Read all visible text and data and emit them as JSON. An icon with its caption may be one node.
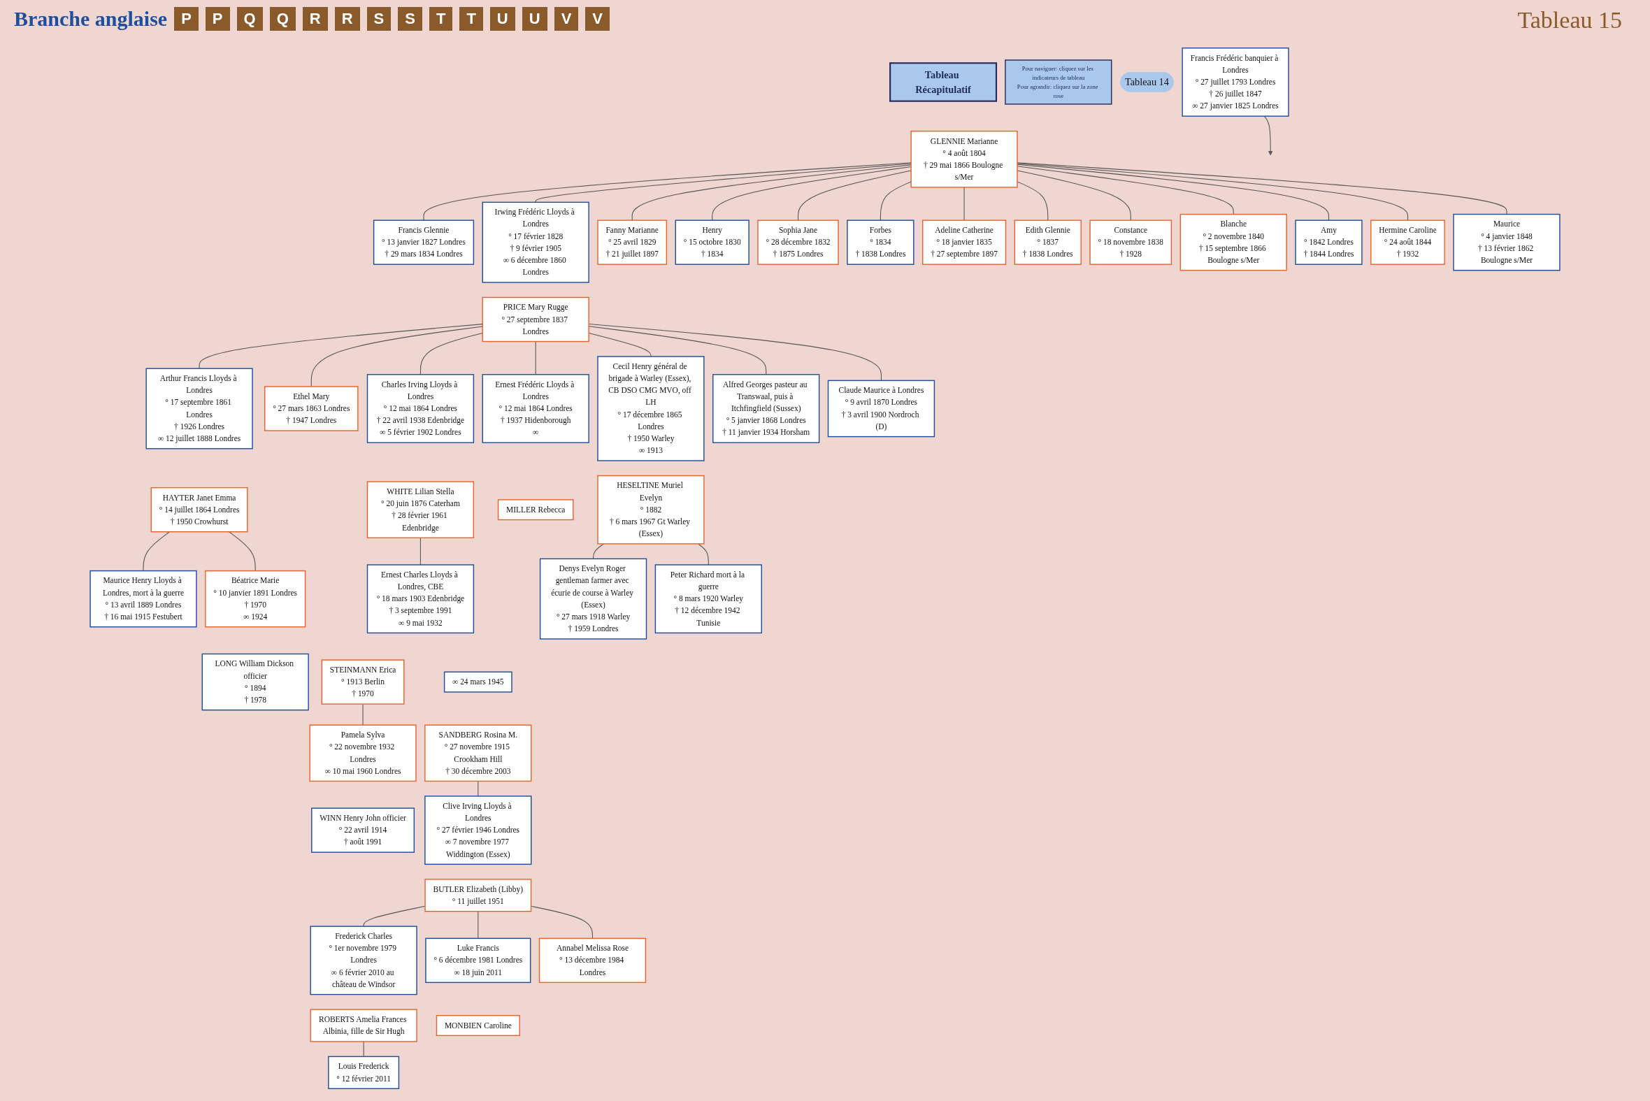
{
  "diagram": {
    "title": "Tableau 15",
    "nodes": [
      {
        "text": [
          "Tableau Récapitulatif"
        ]
      },
      {
        "text": [
          "Pour naviguer: cliquez sur les indicateurs de tableau",
          "Pour agrandir: cliquez sur la zone rose"
        ]
      },
      {
        "text": [
          "Tableau 14"
        ]
      },
      {
        "text": [
          "Francis Frédéric banquier à Londres",
          "° 27 juillet 1793 Londres",
          "† 26 juillet 1847",
          "∞ 27 janvier 1825 Londres"
        ]
      },
      {
        "text": [
          "GLENNIE Marianne",
          "° 4 août 1804",
          "† 29 mai 1866 Boulogne s/Mer"
        ]
      },
      {
        "text": [
          "Francis Glennie",
          "° 13 janvier 1827 Londres",
          "† 29 mars 1834 Londres"
        ]
      },
      {
        "text": [
          "Irwing Frédéric Lloyds à Londres",
          "° 17 février 1828",
          "† 9 février 1905",
          "∞ 6 décembre 1860 Londres"
        ]
      },
      {
        "text": [
          "PRICE Mary Rugge",
          "° 27 septembre 1837 Londres"
        ]
      },
      {
        "text": [
          "Fanny Marianne",
          "° 25 avril 1829",
          "† 21 juillet 1897"
        ]
      },
      {
        "text": [
          "Henry",
          "° 15 octobre 1830",
          "† 1834"
        ]
      },
      {
        "text": [
          "Sophia Jane",
          "° 28 décembre 1832",
          "† 1875 Londres"
        ]
      },
      {
        "text": [
          "Forbes",
          "° 1834",
          "† 1838 Londres"
        ]
      },
      {
        "text": [
          "Adeline Catherine",
          "° 18 janvier 1835",
          "† 27 septembre 1897"
        ]
      },
      {
        "text": [
          "Edith Glennie",
          "° 1837",
          "† 1838 Londres"
        ]
      },
      {
        "text": [
          "Constance",
          "° 18 novembre 1838",
          "† 1928"
        ]
      },
      {
        "text": [
          "Blanche",
          "° 2 novembre 1840",
          "† 15 septembre 1866 Boulogne s/Mer"
        ]
      },
      {
        "text": [
          "Amy",
          "° 1842 Londres",
          "† 1844 Londres"
        ]
      },
      {
        "text": [
          "Hermine Caroline",
          "° 24 août 1844",
          "† 1932"
        ]
      },
      {
        "text": [
          "Maurice",
          "° 4 janvier 1848",
          "† 13 février 1862 Boulogne s/Mer"
        ]
      },
      {
        "text": [
          "Arthur Francis Lloyds à Londres",
          "° 17 septembre 1861 Londres",
          "† 1926 Londres",
          "∞ 12 juillet 1888 Londres"
        ]
      },
      {
        "text": [
          "HAYTER Janet Emma",
          "° 14 juillet 1864 Londres",
          "† 1950 Crowhurst"
        ]
      },
      {
        "text": [
          "Ethel Mary",
          "° 27 mars 1863 Londres",
          "† 1947 Londres"
        ]
      },
      {
        "text": [
          "Charles Irving Lloyds à Londres",
          "° 12 mai 1864 Londres",
          "† 22 avril 1938 Edenbridge",
          "∞ 5 février 1902 Londres"
        ]
      },
      {
        "text": [
          "WHITE Lilian Stella",
          "° 20 juin 1876 Caterham",
          "† 28 février 1961 Edenbridge"
        ]
      },
      {
        "text": [
          "Ernest Frédéric Lloyds à Londres",
          "° 12 mai 1864 Londres",
          "† 1937 Hidenborough",
          "∞"
        ]
      },
      {
        "text": [
          "MILLER Rebecca"
        ]
      },
      {
        "text": [
          "Cecil Henry général de brigade à Warley (Essex), CB DSO CMG MVO, off LH",
          "° 17 décembre 1865 Londres",
          "† 1950 Warley",
          "∞ 1913"
        ]
      },
      {
        "text": [
          "HESELTINE Muriel Evelyn",
          "° 1882",
          "† 6 mars 1967 Gt Warley (Essex)"
        ]
      },
      {
        "text": [
          "Alfred Georges pasteur au Transwaal, puis à Itchfingfield (Sussex)",
          "° 5 janvier 1868 Londres",
          "† 11 janvier 1934 Horsham"
        ]
      },
      {
        "text": [
          "Claude Maurice à Londres",
          "° 9 avril 1870 Londres",
          "† 3 avril 1900 Nordroch (D)"
        ]
      },
      {
        "text": [
          "Maurice Henry Lloyds à Londres, mort à la guerre",
          "° 13 avril 1889 Londres",
          "† 16 mai 1915 Festubert"
        ]
      },
      {
        "text": [
          "Béatrice Marie",
          "° 10 janvier 1891 Londres",
          "† 1970",
          "∞ 1924"
        ]
      },
      {
        "text": [
          "LONG William Dickson officier",
          "° 1894",
          "† 1978"
        ]
      },
      {
        "text": [
          "Ernest Charles Lloyds à Londres, CBE",
          "° 18 mars 1903 Edenbridge",
          "† 3 septembre 1991",
          "∞ 9 mai 1932"
        ]
      },
      {
        "text": [
          "∞ 24 mars 1945"
        ]
      },
      {
        "text": [
          "STEINMANN Erica",
          "° 1913 Berlin",
          "† 1970"
        ]
      },
      {
        "text": [
          "SANDBERG Rosina M.",
          "° 27 novembre 1915 Crookham Hill",
          "† 30 décembre 2003"
        ]
      },
      {
        "text": [
          "Denys Evelyn Roger gentleman farmer avec écurie de course à Warley (Essex)",
          "° 27 mars 1918 Warley",
          "† 1959 Londres"
        ]
      },
      {
        "text": [
          "Peter Richard mort à la guerre",
          "° 8 mars 1920 Warley",
          "† 12 décembre 1942 Tunisie"
        ]
      },
      {
        "text": [
          "Pamela Sylva",
          "° 22 novembre 1932 Londres",
          "∞ 10 mai 1960 Londres"
        ]
      },
      {
        "text": [
          "WINN Henry John officier",
          "° 22 avril 1914",
          "† août 1991"
        ]
      },
      {
        "text": [
          "Clive Irving Lloyds à Londres",
          "° 27 février 1946 Londres",
          "∞ 7 novembre 1977 Widdington (Essex)"
        ]
      },
      {
        "text": [
          "BUTLER Elizabeth (Libby)",
          "° 11 juillet 1951"
        ]
      },
      {
        "text": [
          "Frederick Charles",
          "° 1er novembre 1979 Londres",
          "∞ 6 février 2010 au château de Windsor"
        ]
      },
      {
        "text": [
          "ROBERTS Amelia Frances Albinia, fille de Sir Hugh"
        ]
      },
      {
        "text": [
          "Luke Francis",
          "° 6 décembre 1981 Londres",
          "∞ 18 juin 2011"
        ]
      },
      {
        "text": [
          "MONBIEN Caroline"
        ]
      },
      {
        "text": [
          "Annabel Melissa Rose",
          "° 13 décembre 1984 Londres"
        ]
      },
      {
        "text": [
          "Louis Frederick",
          "° 12 février 2011"
        ]
      }
    ],
    "edges": [
      {
        "from": 3,
        "to": null,
        "arrow": "to"
      },
      {
        "from": 4,
        "to": 5,
        "arrow": "none"
      },
      {
        "from": 4,
        "to": 6,
        "arrow": "none"
      },
      {
        "from": 4,
        "to": 8,
        "arrow": "none"
      },
      {
        "from": 4,
        "to": 9,
        "arrow": "none"
      },
      {
        "from": 4,
        "to": 10,
        "arrow": "none"
      },
      {
        "from": 4,
        "to": 11,
        "arrow": "none"
      },
      {
        "from": 4,
        "to": 12,
        "arrow": "none"
      },
      {
        "from": 4,
        "to": 13,
        "arrow": "none"
      },
      {
        "from": 4,
        "to": 14,
        "arrow": "none"
      },
      {
        "from": 4,
        "to": 15,
        "arrow": "none"
      },
      {
        "from": 4,
        "to": 16,
        "arrow": "none"
      },
      {
        "from": 4,
        "to": 17,
        "arrow": "none"
      },
      {
        "from": 4,
        "to": 18,
        "arrow": "none"
      },
      {
        "from": 7,
        "to": 19,
        "arrow": "none"
      },
      {
        "from": 7,
        "to": 21,
        "arrow": "none"
      },
      {
        "from": 7,
        "to": 22,
        "arrow": "none"
      },
      {
        "from": 7,
        "to": 24,
        "arrow": "none"
      },
      {
        "from": 7,
        "to": 26,
        "arrow": "none"
      },
      {
        "from": 7,
        "to": 28,
        "arrow": "none"
      },
      {
        "from": 7,
        "to": 29,
        "arrow": "none"
      },
      {
        "from": 20,
        "to": 30,
        "arrow": "none"
      },
      {
        "from": 20,
        "to": 31,
        "arrow": "none"
      },
      {
        "from": 23,
        "to": 33,
        "arrow": "none"
      },
      {
        "from": 27,
        "to": 37,
        "arrow": "none"
      },
      {
        "from": 27,
        "to": 38,
        "arrow": "none"
      },
      {
        "from": 35,
        "to": 39,
        "arrow": "none"
      },
      {
        "from": 36,
        "to": 41,
        "arrow": "none"
      },
      {
        "from": 42,
        "to": 43,
        "arrow": "none"
      },
      {
        "from": 42,
        "to": 45,
        "arrow": "none"
      },
      {
        "from": 42,
        "to": 47,
        "arrow": "none"
      },
      {
        "from": 44,
        "to": 48,
        "arrow": "none"
      }
    ],
    "labels": [
      "Branche anglaise",
      "P",
      "P",
      "Q",
      "Q",
      "R",
      "R",
      "S",
      "S",
      "T",
      "T",
      "U",
      "U",
      "V",
      "V"
    ]
  }
}
